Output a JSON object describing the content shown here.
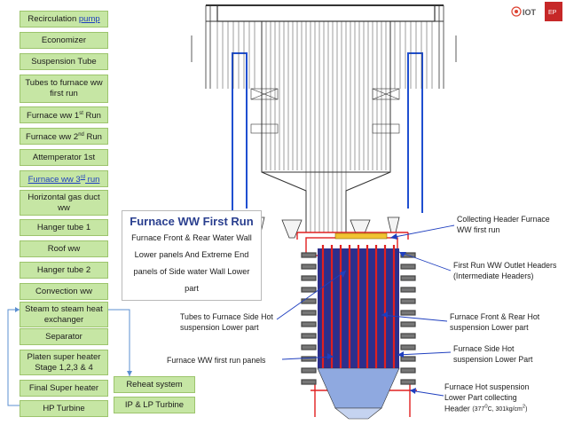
{
  "side_items": [
    {
      "label": "Recirculation",
      "label_link": "pump"
    },
    {
      "label": "Economizer"
    },
    {
      "label": "Suspension Tube"
    },
    {
      "label": "Tubes to furnace ww first run"
    },
    {
      "label": "Furnace ww 1",
      "sup": "st",
      "label_after": " Run"
    },
    {
      "label": "Furnace ww 2",
      "sup": "nd",
      "label_after": " Run"
    },
    {
      "label": "Attemperator 1st"
    },
    {
      "label": "Furnace ww 3",
      "sup": "rd",
      "label_after": " run"
    },
    {
      "label": "Horizontal gas duct ww"
    },
    {
      "label": "Hanger tube 1"
    },
    {
      "label": "Roof ww"
    },
    {
      "label": "Hanger tube 2"
    },
    {
      "label": "Convection ww"
    },
    {
      "label": "Steam to steam heat exchanger"
    },
    {
      "label": "Separator"
    },
    {
      "label": "Platen super heater Stage 1,2,3 & 4"
    },
    {
      "label": "Final Super heater"
    },
    {
      "label": "HP Turbine"
    }
  ],
  "reheat": {
    "reheat_system": "Reheat system",
    "ip_lp": "IP & LP Turbine"
  },
  "info": {
    "title": "Furnace WW First Run",
    "lines": [
      "Furnace Front & Rear Water Wall",
      "Lower panels And Extreme End",
      "panels of Side water Wall Lower",
      "part"
    ]
  },
  "annotations": {
    "collecting_header": "Collecting Header Furnace WW first run",
    "outlet_headers": "First Run WW Outlet Headers (Intermediate Headers)",
    "front_rear": "Furnace Front & Rear Hot suspension Lower part",
    "side_hot": "Furnace  Side Hot suspension Lower Part",
    "hot_susp": "Furnace Hot suspension Lower Part collecting",
    "header_word": "Header",
    "header_spec": "(377",
    "header_sup": "0",
    "header_spec2": "C, 301kg/cm",
    "header_sup2": "2",
    "header_close": ")",
    "tubes_side_hot": "Tubes to Furnace Side Hot suspension Lower part",
    "first_run_panels": "Furnace WW first run panels"
  },
  "logo": {
    "text": "IOT",
    "suffix": "EP"
  },
  "colors": {
    "box_fill": "#c6e6a4",
    "steel": "#4a5a9a",
    "red": "#e02020",
    "blue": "#1f4fd0",
    "dark": "#2a2a2a"
  }
}
